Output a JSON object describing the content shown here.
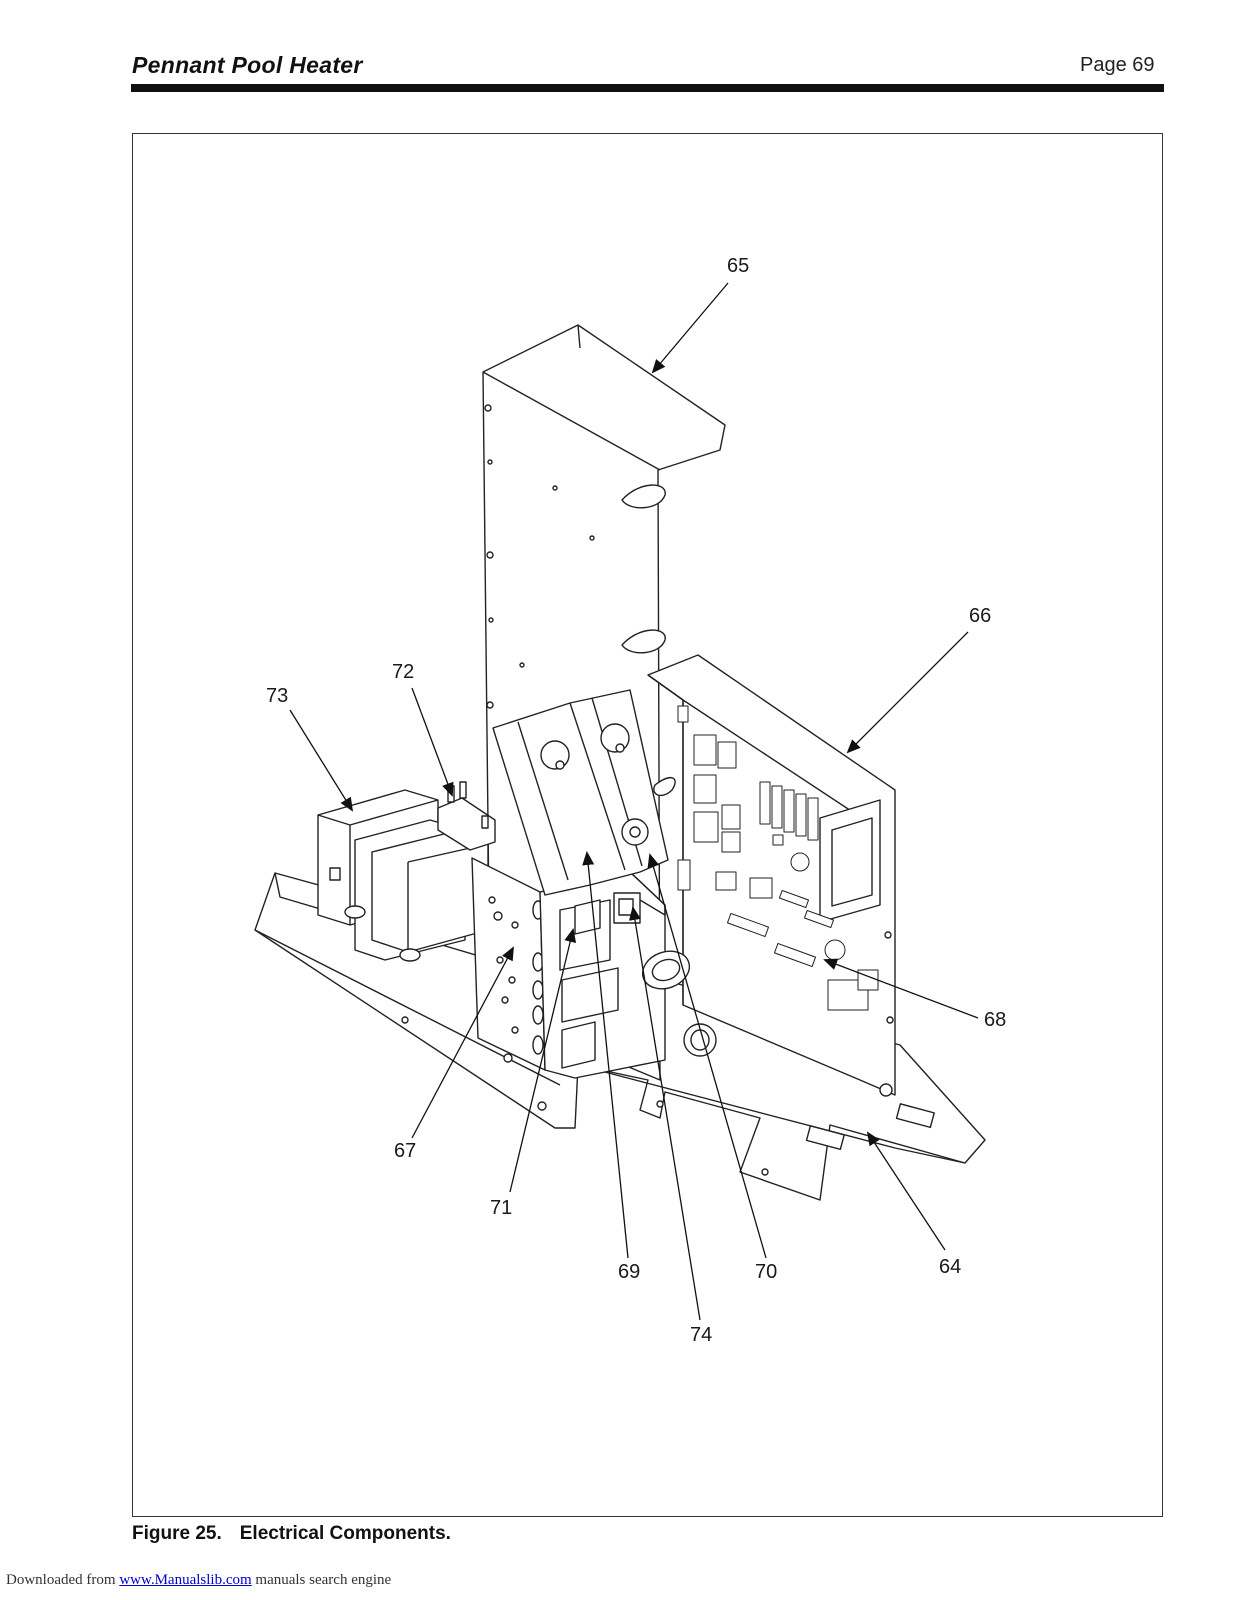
{
  "header": {
    "title": "Pennant Pool Heater",
    "page": "Page 69"
  },
  "figure": {
    "number": "Figure 25.",
    "title": "Electrical Components.",
    "callouts": [
      "64",
      "65",
      "66",
      "67",
      "68",
      "69",
      "70",
      "71",
      "72",
      "73",
      "74"
    ]
  },
  "footer": {
    "prefix": "Downloaded from ",
    "link": "www.Manualslib.com",
    "suffix": " manuals search engine"
  }
}
